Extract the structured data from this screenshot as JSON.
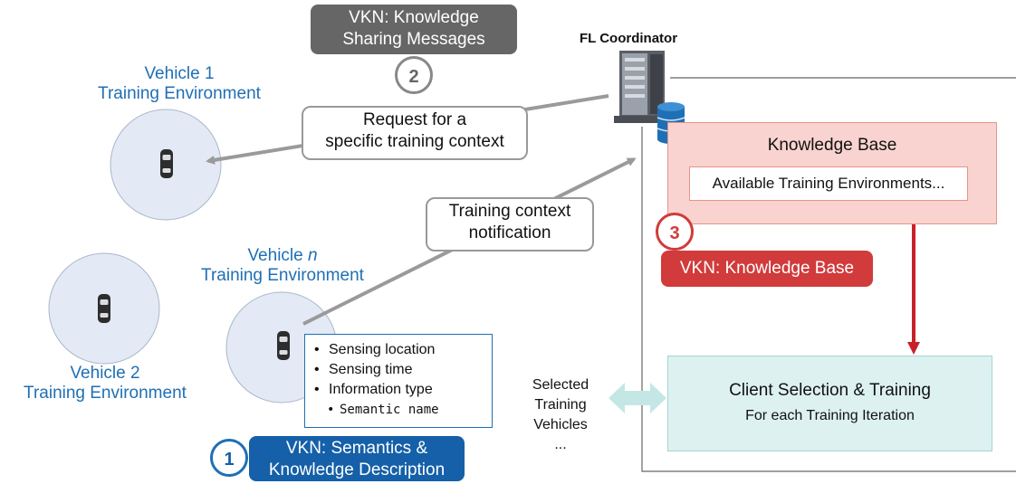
{
  "coordinator": {
    "title": "FL Coordinator"
  },
  "vehicles": {
    "v1": {
      "line1": "Vehicle 1",
      "line2": "Training Environment"
    },
    "v2": {
      "line1": "Vehicle 2",
      "line2": "Training Environment"
    },
    "vn": {
      "line1_prefix": "Vehicle ",
      "line1_italic": "n",
      "line2": "Training Environment"
    }
  },
  "callouts": {
    "request": {
      "line1": "Request for a",
      "line2": "specific training context"
    },
    "notification": {
      "line1": "Training context",
      "line2": "notification"
    }
  },
  "steps": [
    {
      "number": "1",
      "label_line1": "VKN: Semantics &",
      "label_line2": "Knowledge Description",
      "color": "#1560a8"
    },
    {
      "number": "2",
      "label_line1": "VKN: Knowledge",
      "label_line2": "Sharing Messages",
      "color": "#666666"
    },
    {
      "number": "3",
      "label_line1": "VKN: Knowledge Base",
      "color": "#d13b3b"
    }
  ],
  "knowledge_base": {
    "title": "Knowledge Base",
    "item": "Available Training Environments..."
  },
  "client_selection": {
    "title": "Client Selection & Training",
    "subtitle": "For each Training Iteration"
  },
  "selected": {
    "line1": "Selected",
    "line2": "Training",
    "line3": "Vehicles",
    "line4": "..."
  },
  "info_list": {
    "items": [
      "Sensing location",
      "Sensing time",
      "Information type"
    ],
    "sub_item": "Semantic name"
  },
  "colors": {
    "vehicle_circle": "#e3eaf5",
    "arrow_gray": "#9a9a9a",
    "arrow_red": "#c8202a",
    "double_arrow": "#c4e7e6"
  }
}
